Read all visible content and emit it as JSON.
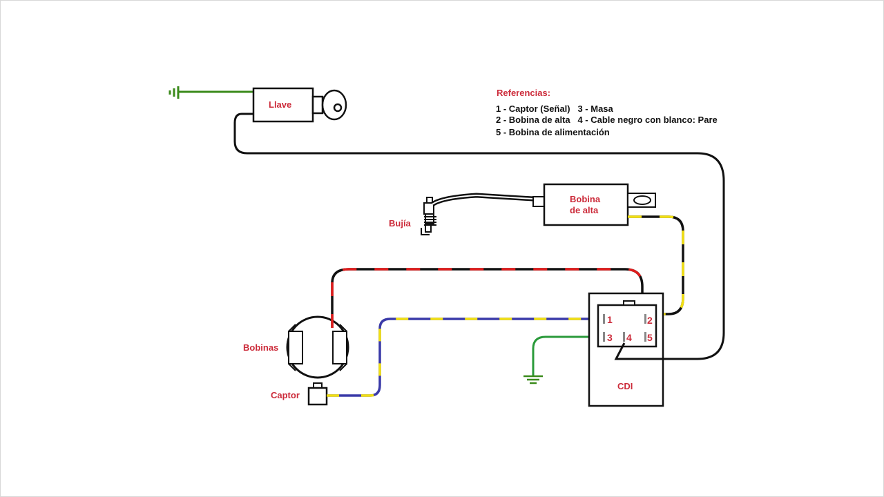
{
  "labels": {
    "llave": "Llave",
    "bobina_alta_line1": "Bobina",
    "bobina_alta_line2": "de alta",
    "bujia": "Bujía",
    "bobinas": "Bobinas",
    "captor": "Captor",
    "cdi": "CDI"
  },
  "pins": [
    "1",
    "2",
    "3",
    "4",
    "5"
  ],
  "references": {
    "title": "Referencias:",
    "lines": [
      "1 - Captor (Señal)   3 - Masa",
      "2 - Bobina de alta   4 - Cable negro con blanco: Pare",
      "5 - Bobina de alimentación"
    ]
  },
  "colors": {
    "wire_black": "#111111",
    "wire_green": "#2a9a3a",
    "wire_red": "#e01b1b",
    "wire_yellow": "#f2e013",
    "wire_blue": "#3a3aa8",
    "label_red": "#cc2b3a",
    "ground_green": "#3a8a1a"
  },
  "icons": [
    "ground-icon",
    "spark-plug-icon",
    "key-icon",
    "stator-icon",
    "pickup-icon"
  ]
}
